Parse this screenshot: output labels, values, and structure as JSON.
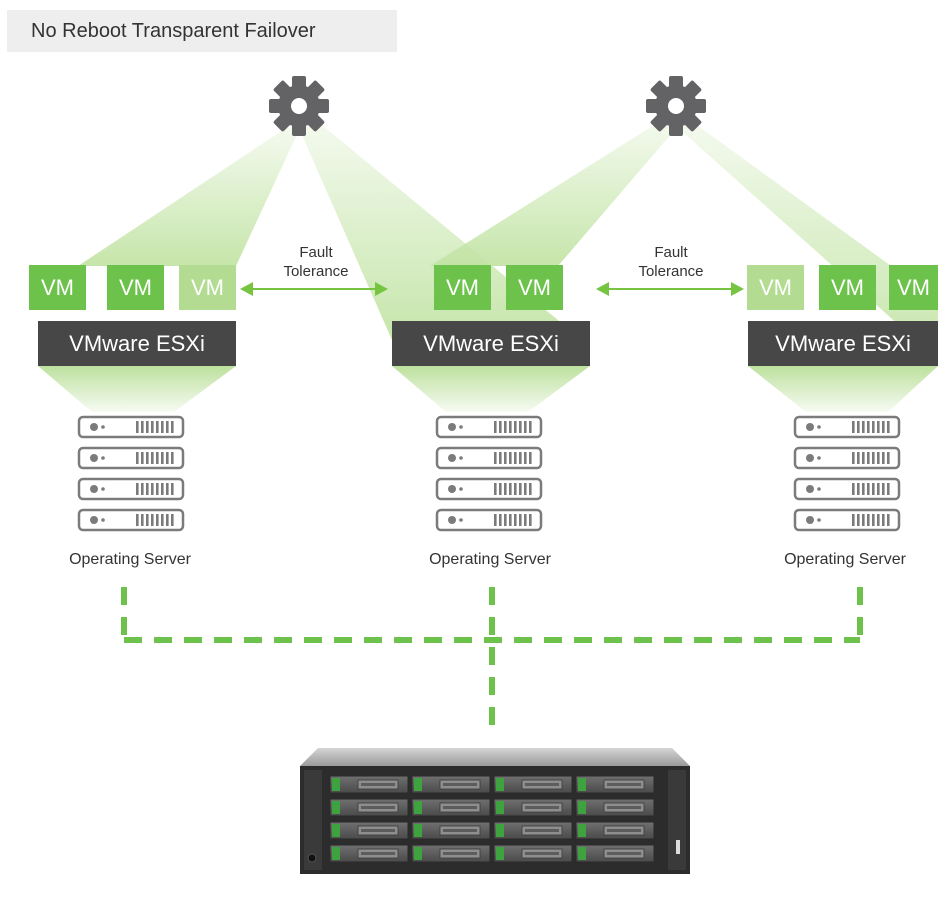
{
  "title": "No Reboot Transparent Failover",
  "vm_label": "VM",
  "esxi_label": "VMware ESXi",
  "fault_tolerance": {
    "line1": "Fault",
    "line2": "Tolerance"
  },
  "server_label": "Operating Server",
  "colors": {
    "vm_primary": "#6cc24a",
    "vm_standby": "#b3dc92",
    "esxi_bar": "#474748",
    "beam": "#c8e6ae",
    "arrow": "#76c442",
    "dashed_link": "#6cc24a",
    "gear": "#636366",
    "server_outline": "#7b7b7b"
  },
  "icons": [
    "gear-icon",
    "server-rack-icon",
    "storage-array-icon",
    "double-arrow-icon"
  ]
}
